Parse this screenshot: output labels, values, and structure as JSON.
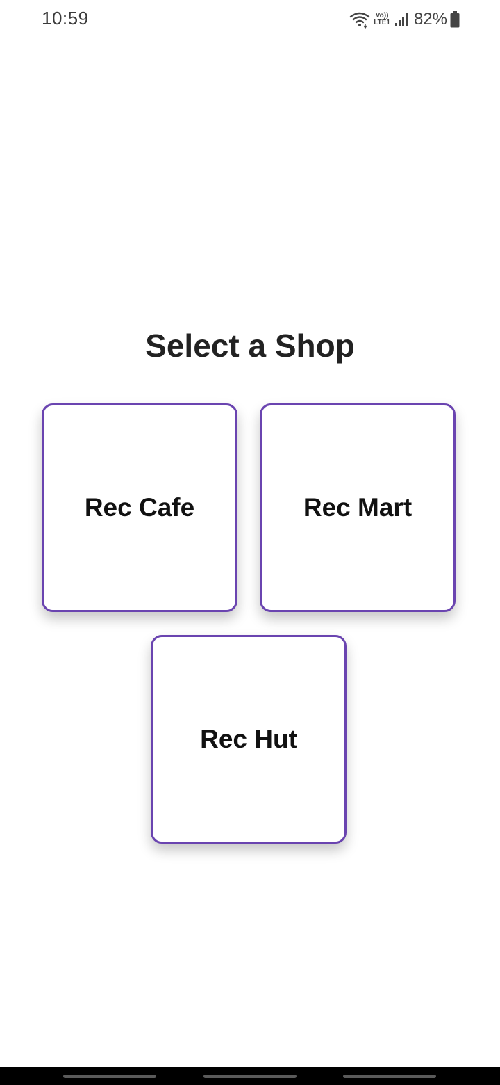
{
  "status_bar": {
    "time": "10:59",
    "volte_top": "Vo))",
    "volte_bottom": "LTE1",
    "battery": "82%",
    "icons": [
      "wifi-icon",
      "volte-icon",
      "signal-icon",
      "battery-icon"
    ]
  },
  "page": {
    "title": "Select a Shop"
  },
  "shops": [
    {
      "label": "Rec Cafe"
    },
    {
      "label": "Rec Mart"
    },
    {
      "label": "Rec Hut"
    }
  ],
  "theme": {
    "accent": "#6a44b0",
    "background": "#ffffff"
  },
  "nav": {
    "icons": [
      "recents-handle",
      "home-handle",
      "back-handle"
    ]
  }
}
